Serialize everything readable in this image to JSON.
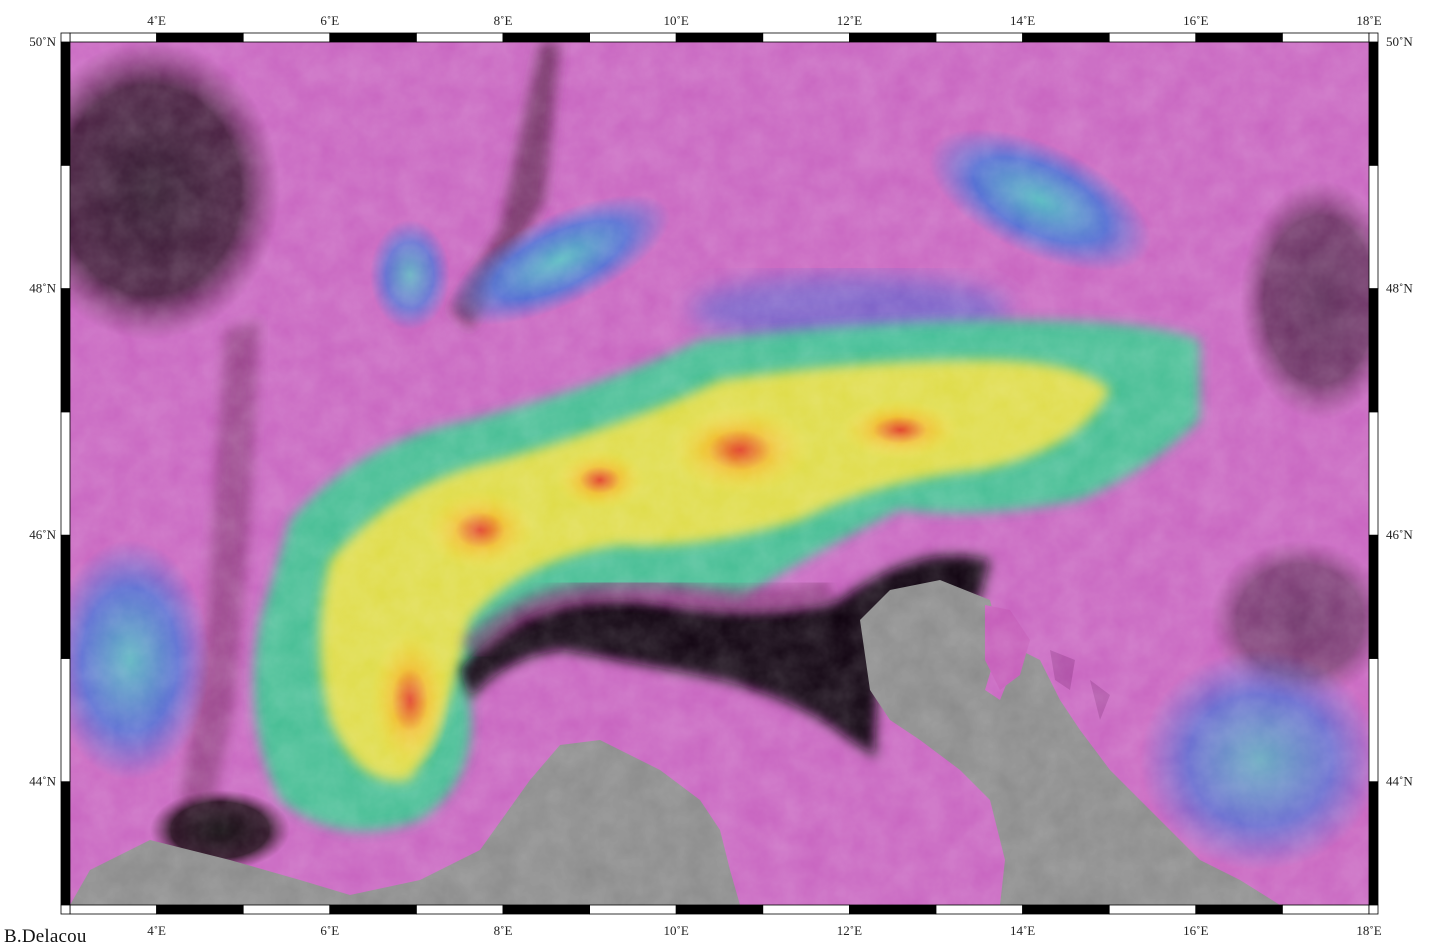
{
  "map": {
    "lon_range": [
      3,
      18
    ],
    "lat_range": [
      43,
      50
    ],
    "lon_ticks": [
      {
        "value": 4,
        "label": "4˚E"
      },
      {
        "value": 6,
        "label": "6˚E"
      },
      {
        "value": 8,
        "label": "8˚E"
      },
      {
        "value": 10,
        "label": "10˚E"
      },
      {
        "value": 12,
        "label": "12˚E"
      },
      {
        "value": 14,
        "label": "14˚E"
      },
      {
        "value": 16,
        "label": "16˚E"
      },
      {
        "value": 18,
        "label": "18˚E"
      }
    ],
    "lat_ticks": [
      {
        "value": 50,
        "label": "50˚N"
      },
      {
        "value": 48,
        "label": "48˚N"
      },
      {
        "value": 46,
        "label": "46˚N"
      },
      {
        "value": 44,
        "label": "44˚N"
      }
    ],
    "colors": {
      "sea": "#8a8a8a",
      "lowland": "#1a0a14",
      "plain": "#a04890",
      "hills": "#d070c8",
      "upland": "#3f6fd6",
      "mid_mountain": "#38c890",
      "high_mountain": "#f0e040",
      "peak": "#e03a20",
      "frame_dark": "#000000",
      "frame_light": "#ffffff"
    }
  },
  "credit": "B.Delacou"
}
